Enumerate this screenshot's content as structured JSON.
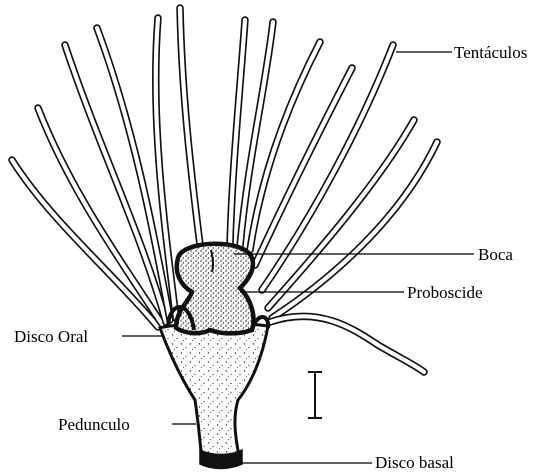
{
  "labels": {
    "tentacles": "Tentáculos",
    "mouth": "Boca",
    "proboscis": "Proboscide",
    "oral_disc": "Disco Oral",
    "peduncle": "Pedunculo",
    "basal_disc": "Disco basal"
  }
}
